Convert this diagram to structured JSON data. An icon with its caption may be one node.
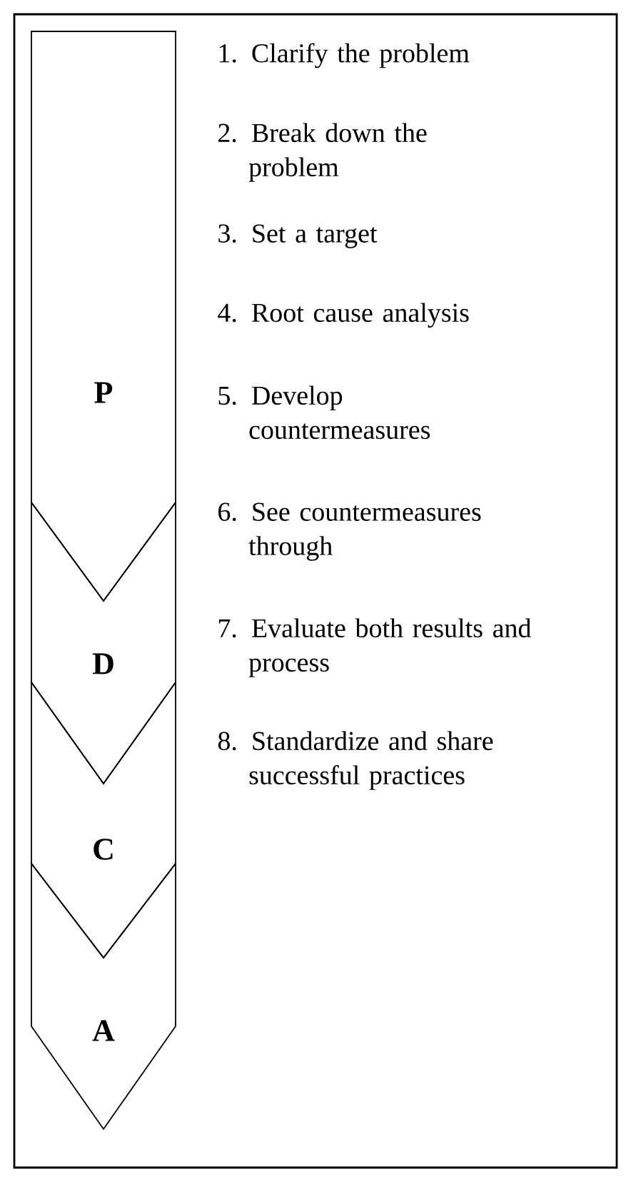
{
  "diagram": {
    "nodes": [
      {
        "text": [
          "P"
        ]
      },
      {
        "text": [
          "D"
        ]
      },
      {
        "text": [
          "C"
        ]
      },
      {
        "text": [
          "A"
        ]
      }
    ],
    "labels": [
      "1. Clarify the problem",
      "2. Break down the problem",
      "3. Set a target",
      "4. Root cause analysis",
      "5. Develop countermeasures",
      "6. See countermeasures through",
      "7. Evaluate both results and process",
      "8. Standardize and share successful practices"
    ]
  }
}
